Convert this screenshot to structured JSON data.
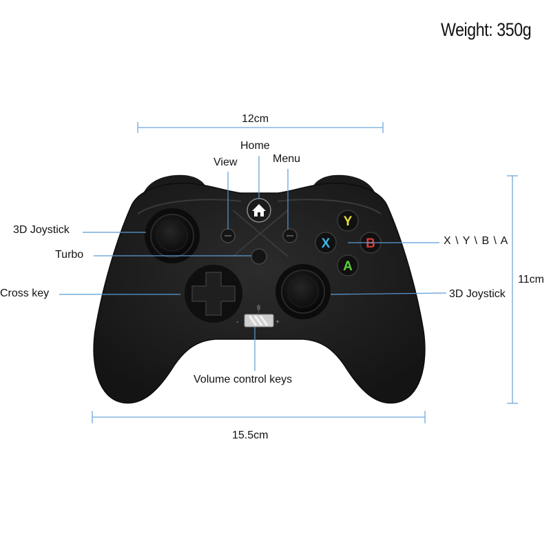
{
  "weight": "Weight: 350g",
  "dimensions": {
    "top_width": "12cm",
    "height": "11cm",
    "bottom_width": "15.5cm"
  },
  "labels": {
    "home": "Home",
    "view": "View",
    "menu": "Menu",
    "joystick_left": "3D Joystick",
    "turbo": "Turbo",
    "cross_key": "Cross key",
    "face_buttons": "X \\ Y \\ B \\ A",
    "joystick_right": "3D Joystick",
    "volume": "Volume control keys"
  },
  "face_buttons": {
    "y": {
      "letter": "Y",
      "color": "#e8e23a"
    },
    "x": {
      "letter": "X",
      "color": "#3fb5e8"
    },
    "b": {
      "letter": "B",
      "color": "#d93a32"
    },
    "a": {
      "letter": "A",
      "color": "#5fcf3c"
    }
  },
  "volume_signs": {
    "minus": "-",
    "plus": "+"
  },
  "colors": {
    "dimension_line": "#6fa8dc",
    "leader_line": "#5b9bd5",
    "controller_body": "#1e1e1e"
  }
}
